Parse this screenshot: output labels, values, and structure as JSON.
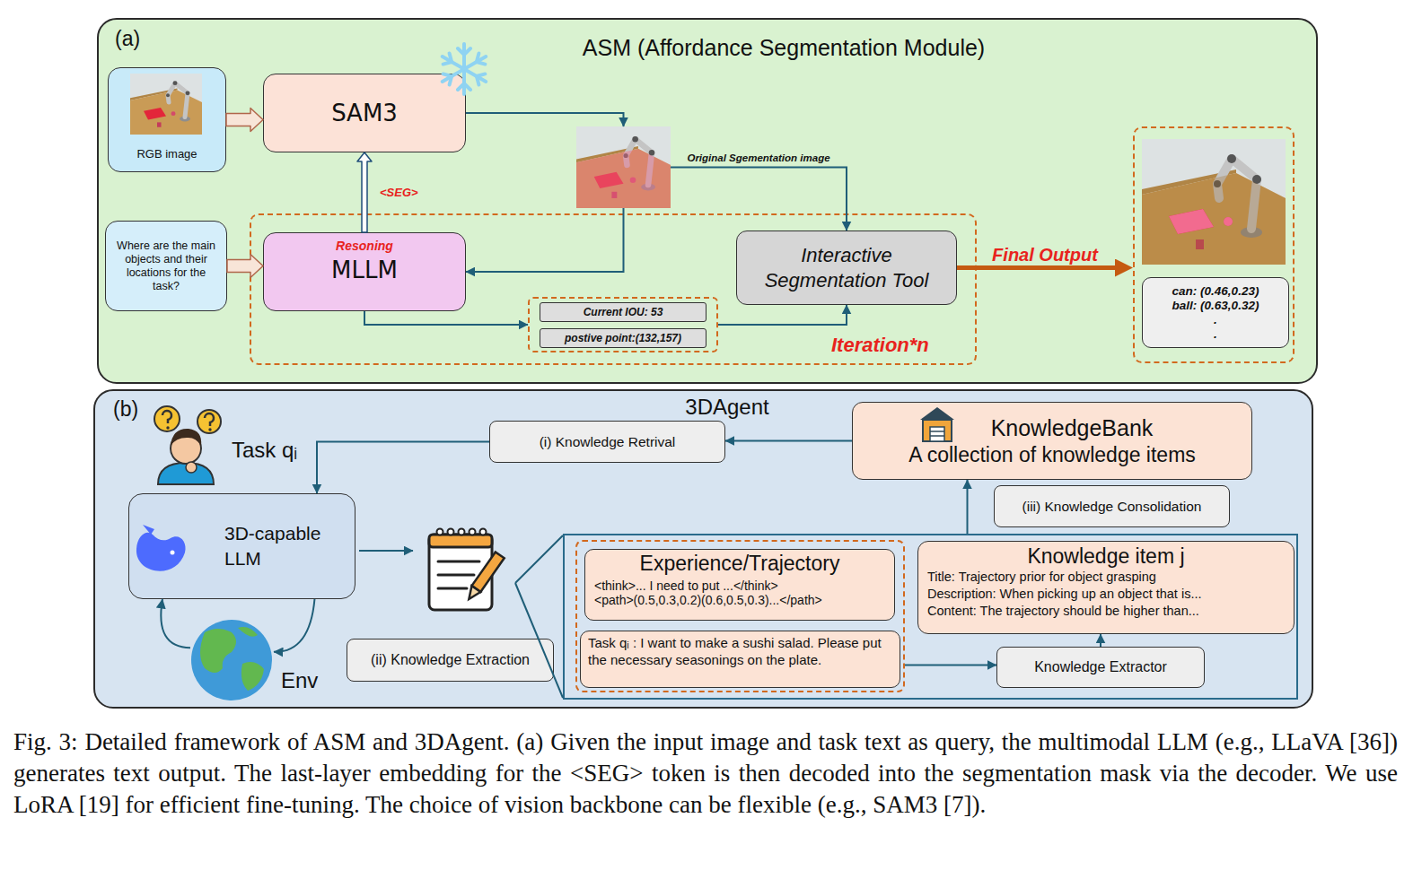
{
  "diagram": {
    "caption": "Fig. 3: Detailed framework of ASM and 3DAgent. (a) Given the input image and task text as query, the multimodal LLM (e.g., LLaVA [36]) generates text output. The last-layer embedding for the <SEG> token is then decoded into the segmentation mask via the decoder. We use LoRA [19] for efficient fine-tuning. The choice of vision backbone can be flexible (e.g., SAM3 [7]).",
    "nodes": [
      {
        "text": [
          "(a)",
          "ASM (Affordance Segmentation Module)"
        ]
      },
      {
        "text": [
          "RGB image"
        ],
        "in": 0
      },
      {
        "text": [
          "SAM3"
        ],
        "in": 0
      },
      {
        "text": [],
        "in": 0
      },
      {
        "text": [
          "Where are the main objects and their locations for the task?"
        ],
        "in": 0
      },
      {
        "text": [
          "Iteration*n"
        ],
        "in": 0
      },
      {
        "text": [
          "Resoning",
          "MLLM"
        ],
        "in": 5
      },
      {
        "text": [
          "Interactive Segmentation Tool"
        ],
        "in": 5
      },
      {
        "text": [],
        "in": 5
      },
      {
        "text": [
          "Current IOU: 53"
        ],
        "in": 8
      },
      {
        "text": [
          "postive point:(132,157)"
        ],
        "in": 8
      },
      {
        "text": [],
        "in": 0
      },
      {
        "text": [
          "can: (0.46,0.23)",
          "ball: (0.63,0.32)",
          ".",
          "."
        ],
        "in": 11
      },
      {
        "text": [
          "(b)",
          "3DAgent"
        ]
      },
      {
        "text": [
          "(i) Knowledge Retrival"
        ],
        "in": 13
      },
      {
        "text": [
          "KnowledgeBank",
          "A collection of knowledge items"
        ],
        "in": 13
      },
      {
        "text": [
          "(iii) Knowledge Consolidation"
        ],
        "in": 13
      },
      {
        "text": [
          "3D-capable LLM"
        ],
        "in": 13
      },
      {
        "text": [],
        "in": 13
      },
      {
        "text": [],
        "in": 18
      },
      {
        "text": [
          "Experience/Trajectory",
          "<think>... I need to put ...</think>",
          "<path>(0.5,0.3,0.2)(0.6,0.5,0.3)...</path>"
        ],
        "in": 19
      },
      {
        "text": [
          "Task qᵢ : I want to make a sushi salad. Please put the necessary seasonings on the plate."
        ],
        "in": 19
      },
      {
        "text": [
          "Knowledge item j",
          "Title: Trajectory prior for object grasping",
          "Description: When picking up an object that is...",
          "Content: The trajectory should be higher than..."
        ],
        "in": 18
      },
      {
        "text": [
          "Knowledge Extractor"
        ],
        "in": 18
      },
      {
        "text": [
          "Env"
        ],
        "in": 13
      },
      {
        "text": [
          "(ii) Knowledge Extraction"
        ],
        "in": 13
      }
    ],
    "edges": [
      {
        "from": 1,
        "to": 2,
        "arrow": "to"
      },
      {
        "from": 4,
        "to": 6,
        "arrow": "to"
      },
      {
        "from": 6,
        "to": 2,
        "arrow": "to",
        "label": "<SEG>"
      },
      {
        "from": 2,
        "to": 3,
        "arrow": "to"
      },
      {
        "from": 3,
        "to": 6,
        "arrow": "to"
      },
      {
        "from": 3,
        "to": 7,
        "arrow": "to",
        "label": "Original Sgementation image"
      },
      {
        "from": 6,
        "to": 8,
        "arrow": "to"
      },
      {
        "from": 8,
        "to": 7,
        "arrow": "to"
      },
      {
        "from": 7,
        "to": 11,
        "arrow": "to",
        "label": "Final Output"
      },
      {
        "from": 15,
        "to": 14,
        "arrow": "to"
      },
      {
        "from": 14,
        "to": 17,
        "arrow": "to"
      },
      {
        "from": 17,
        "to": 24,
        "arrow": "to"
      },
      {
        "from": 24,
        "to": 17,
        "arrow": "to"
      },
      {
        "from": 19,
        "to": 23,
        "arrow": "to"
      },
      {
        "from": 23,
        "to": 22,
        "arrow": "to"
      },
      {
        "from": 18,
        "to": 15,
        "arrow": "to"
      }
    ],
    "labels": [
      "Task qᵢ"
    ]
  }
}
